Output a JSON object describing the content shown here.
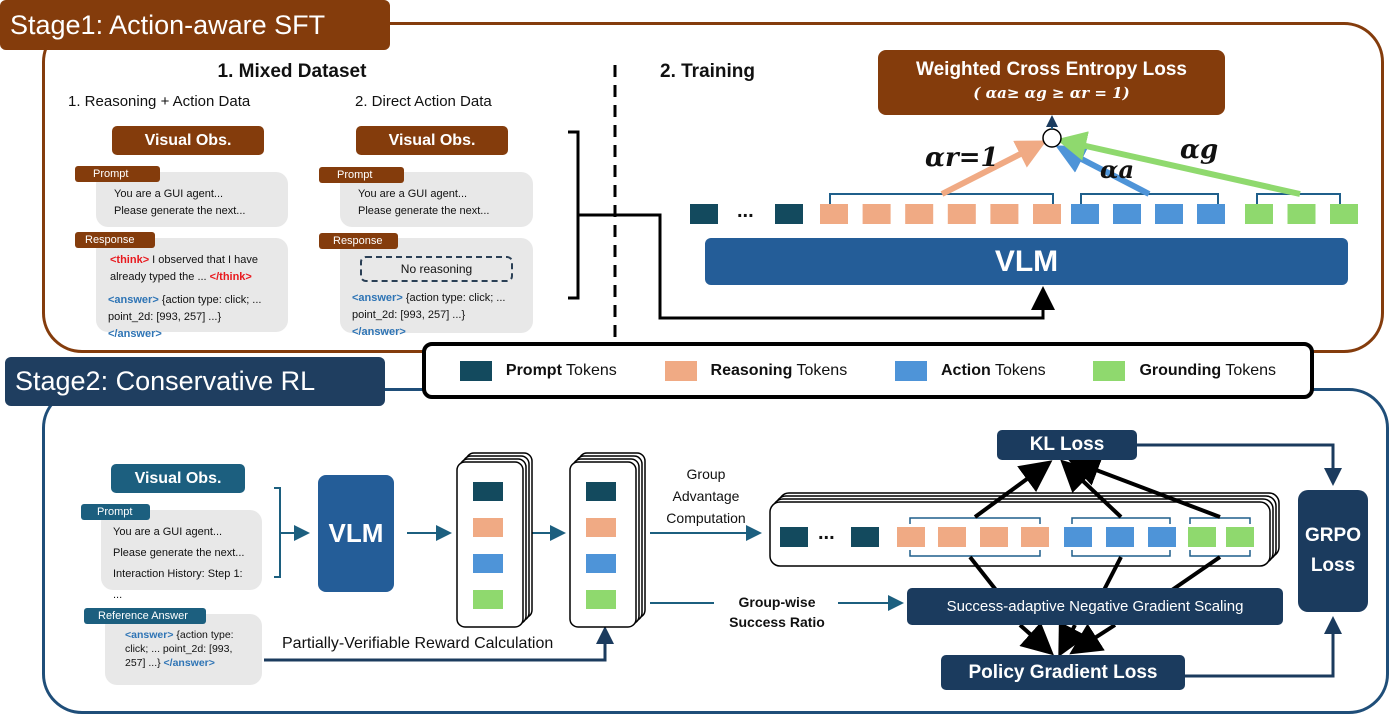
{
  "colors": {
    "stage1": "#843c0c",
    "stage2": "#1f3e60",
    "prompt_token": "#134a5e",
    "reasoning_token": "#f0aa84",
    "action_token": "#4e94d8",
    "grounding_token": "#8fd96e",
    "vlm": "#245d98",
    "loss_box": "#1b3b5e",
    "visual_obs_teal": "#1c5f7f"
  },
  "stage1": {
    "label": "Stage1: Action-aware SFT",
    "dataset_title": "1. Mixed Dataset",
    "col1": {
      "title": "1. Reasoning + Action Data",
      "visual_obs": "Visual Obs.",
      "prompt_tag": "Prompt",
      "prompt_lines": [
        "You are a GUI agent...",
        "Please generate the next..."
      ],
      "response_tag": "Response",
      "think_open": "<think>",
      "think_text": " I observed that I have already typed the ... ",
      "think_close": "</think>",
      "answer_open": "<answer>",
      "answer_text": " {action type: click; ... point_2d: [993, 257] ...} ",
      "answer_close": "</answer>"
    },
    "col2": {
      "title": "2. Direct Action Data",
      "visual_obs": "Visual Obs.",
      "prompt_tag": "Prompt",
      "prompt_lines": [
        "You are a GUI agent...",
        "Please generate the next..."
      ],
      "response_tag": "Response",
      "no_reasoning": "No reasoning",
      "answer_open": "<answer>",
      "answer_text": " {action type: click; ... point_2d: [993, 257] ...} ",
      "answer_close": "</answer>"
    },
    "training_title": "2. Training",
    "loss_title": "Weighted Cross Entropy Loss",
    "loss_condition": "( αa≥ αg ≥ αr = 1)",
    "alpha_r": "αr=1",
    "alpha_a": "αa",
    "alpha_g": "αg",
    "plus": "+",
    "ellipsis": "...",
    "vlm": "VLM"
  },
  "legend": [
    {
      "bold": "Prompt",
      "rest": " Tokens",
      "color": "#134a5e"
    },
    {
      "bold": "Reasoning",
      "rest": " Tokens",
      "color": "#f0aa84"
    },
    {
      "bold": "Action",
      "rest": " Tokens",
      "color": "#4e94d8"
    },
    {
      "bold": "Grounding",
      "rest": " Tokens",
      "color": "#8fd96e"
    }
  ],
  "stage2": {
    "label": "Stage2: Conservative RL",
    "visual_obs": "Visual Obs.",
    "prompt_tag": "Prompt",
    "prompt_lines": [
      "You are a GUI agent...",
      "Please generate the next...",
      "Interaction History: Step 1: ..."
    ],
    "ref_tag": "Reference Answer",
    "ref_open": "<answer>",
    "ref_text": " {action type: click; ... point_2d: [993, 257] ...} ",
    "ref_close": "</answer>",
    "vlm": "VLM",
    "reward_label": "Partially-Verifiable Reward Calculation",
    "group_adv": [
      "Group",
      "Advantage",
      "Computation"
    ],
    "success_ratio": [
      "Group-wise",
      "Success Ratio"
    ],
    "sngs": "Success-adaptive Negative Gradient Scaling",
    "kl_loss": "KL Loss",
    "pg_loss": "Policy Gradient Loss",
    "grpo_loss": [
      "GRPO",
      "Loss"
    ],
    "ellipsis": "..."
  }
}
